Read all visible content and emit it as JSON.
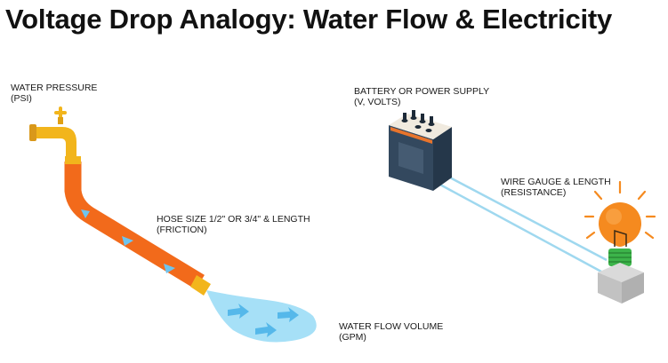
{
  "title": "Voltage Drop Analogy: Water Flow & Electricity",
  "labels": {
    "water_pressure": {
      "line1": "WATER PRESSURE",
      "line2": "(PSI)"
    },
    "hose_size": {
      "line1": "HOSE SIZE 1/2\" OR 3/4\" & LENGTH",
      "line2": "(FRICTION)"
    },
    "water_flow": {
      "line1": "WATER FLOW VOLUME",
      "line2": "(GPM)"
    },
    "battery": {
      "line1": "BATTERY OR POWER SUPPLY",
      "line2": "(V, VOLTS)"
    },
    "wire": {
      "line1": "WIRE GAUGE & LENGTH",
      "line2": "(RESISTANCE)"
    }
  },
  "colors": {
    "hose": "#f26a1b",
    "faucet": "#f2b51c",
    "water": "#7ecff2",
    "battery": "#33485e",
    "wire": "#9fd8ef",
    "bulb": "#f58a1f"
  }
}
